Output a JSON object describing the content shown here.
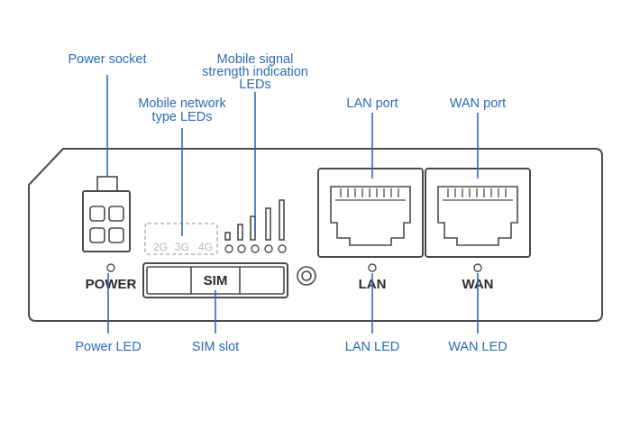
{
  "callouts": {
    "power_socket": "Power socket",
    "signal_leds_line1": "Mobile signal",
    "signal_leds_line2": "strength indication",
    "signal_leds_line3": "LEDs",
    "network_leds_line1": "Mobile network",
    "network_leds_line2": "type LEDs",
    "lan_port": "LAN port",
    "wan_port": "WAN port",
    "power_led": "Power LED",
    "sim_slot": "SIM slot",
    "lan_led": "LAN LED",
    "wan_led": "WAN LED"
  },
  "panel_labels": {
    "power": "POWER",
    "sim": "SIM",
    "lan": "LAN",
    "wan": "WAN",
    "gen_2g": "2G",
    "gen_3g": "3G",
    "gen_4g": "4G"
  },
  "colors": {
    "callout_text": "#2a6cb5",
    "device_outline": "#4a4a4a",
    "network_leds_muted": "#b4b4b4"
  }
}
